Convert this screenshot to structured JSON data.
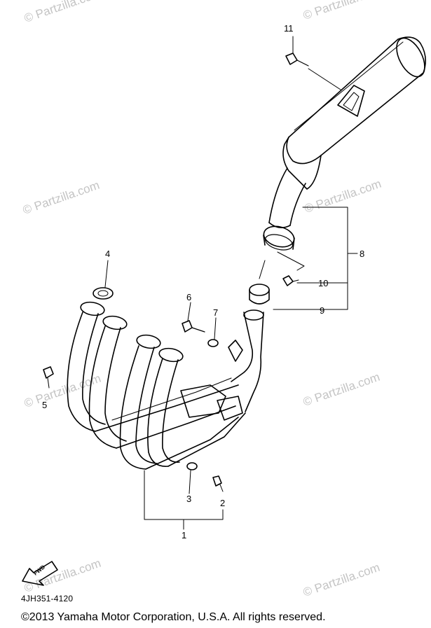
{
  "watermark": {
    "text": "© Partzilla.com"
  },
  "callouts": [
    {
      "id": "1",
      "label": "1"
    },
    {
      "id": "2",
      "label": "2"
    },
    {
      "id": "3",
      "label": "3"
    },
    {
      "id": "4",
      "label": "4"
    },
    {
      "id": "5",
      "label": "5"
    },
    {
      "id": "6",
      "label": "6"
    },
    {
      "id": "7",
      "label": "7"
    },
    {
      "id": "8",
      "label": "8"
    },
    {
      "id": "9",
      "label": "9"
    },
    {
      "id": "10",
      "label": "10"
    },
    {
      "id": "11",
      "label": "11"
    }
  ],
  "direction_badge": {
    "label": "FWD",
    "icon": "forward-arrow-icon"
  },
  "part_code": "4JH351-4120",
  "copyright": "©2013  Yamaha Motor Corporation, U.S.A. All rights reserved.",
  "colors": {
    "line": "#000000",
    "watermark": "#c4c4c4",
    "background": "#ffffff"
  }
}
